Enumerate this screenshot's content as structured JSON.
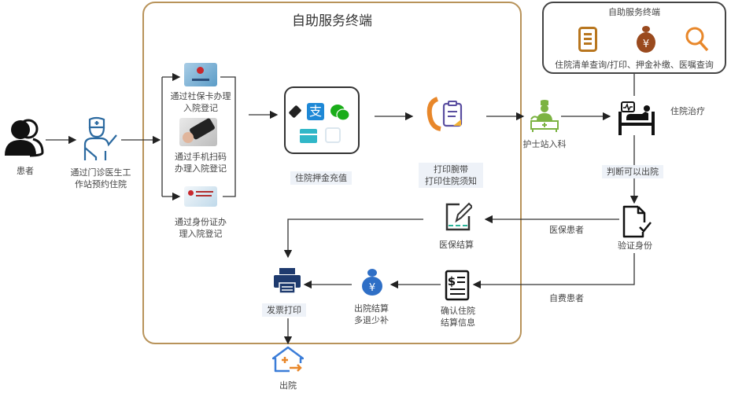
{
  "main_terminal": {
    "title": "自助服务终端"
  },
  "side_terminal": {
    "title": "自助服务终端",
    "caption": "住院清单查询/打印、押金补缴、医嘱查询",
    "icons": [
      "list-document-icon",
      "money-bag-icon",
      "search-icon"
    ]
  },
  "nodes": {
    "patient": "患者",
    "doctor_line1": "通过门诊医生工",
    "doctor_line2": "作站预约住院",
    "social_card_line1": "通过社保卡办理",
    "social_card_line2": "入院登记",
    "phone_scan_line1": "通过手机扫码",
    "phone_scan_line2": "办理入院登记",
    "id_card_line1": "通过身份证办",
    "id_card_line2": "理入院登记",
    "deposit": "住院押金充值",
    "wristband_line1": "打印腕带",
    "wristband_line2": "打印住院须知",
    "nurse_station": "护士站入科",
    "treatment": "住院治疗",
    "can_discharge": "判断可以出院",
    "verify_identity": "验证身份",
    "insurance_patient": "医保患者",
    "self_pay_patient": "自费患者",
    "insurance_settlement": "医保结算",
    "confirm_line1": "确认住院",
    "confirm_line2": "结算信息",
    "discharge_settle_line1": "出院结算",
    "discharge_settle_line2": "多退少补",
    "invoice_print": "发票打印",
    "discharge": "出院"
  },
  "colors": {
    "terminal_border": "#b8935a",
    "accent_blue": "#1e3a6e",
    "nurse_green": "#7cb342",
    "orange": "#e8872a",
    "brown": "#9a5a28"
  }
}
